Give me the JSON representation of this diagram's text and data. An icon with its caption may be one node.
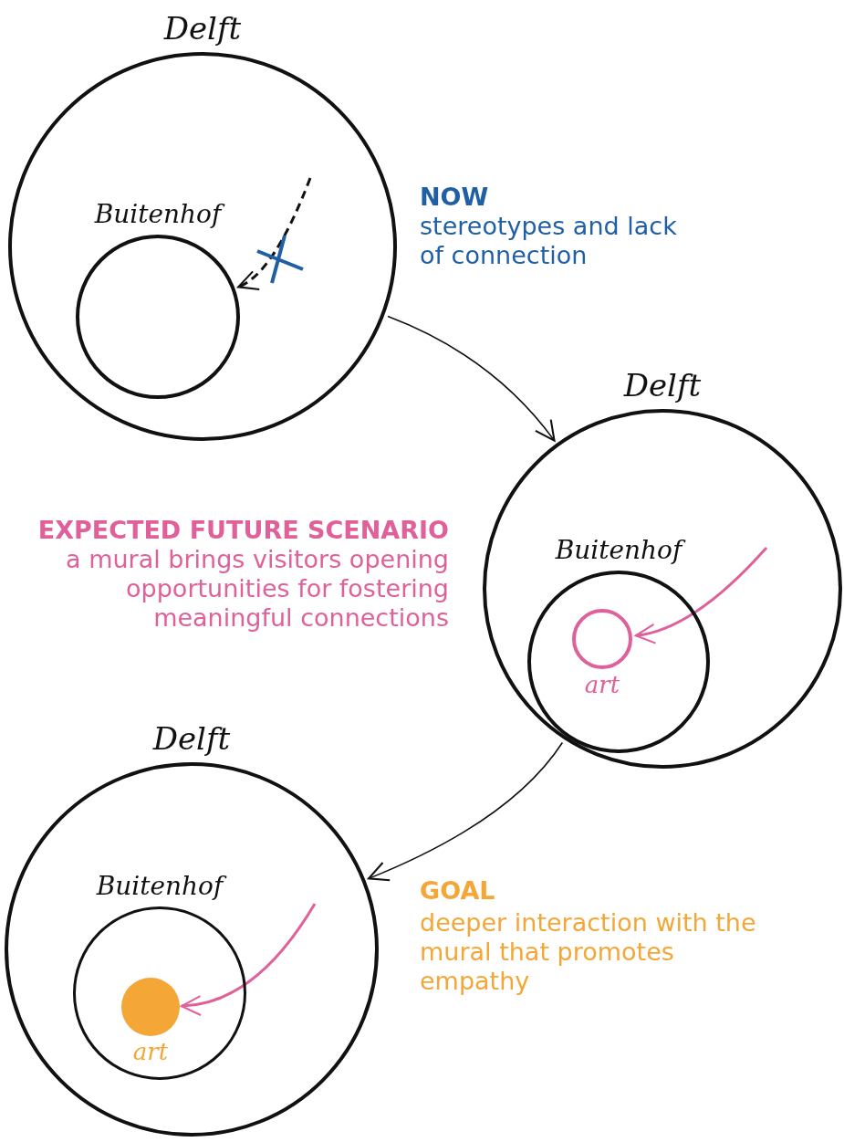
{
  "diagram": {
    "nodes": [
      {
        "text": [
          "Delft"
        ]
      },
      {
        "text": [
          "Buitenhof"
        ],
        "in": 0
      },
      {
        "text": [
          "Delft"
        ]
      },
      {
        "text": [
          "Buitenhof"
        ],
        "in": 2
      },
      {
        "text": [
          "art"
        ],
        "in": 3
      },
      {
        "text": [
          "Delft"
        ]
      },
      {
        "text": [
          "Buitenhof"
        ],
        "in": 5
      },
      {
        "text": [
          "art"
        ],
        "in": 6
      }
    ],
    "edges": [
      {
        "from": 0,
        "to": 2,
        "arrow": "to"
      },
      {
        "from": 2,
        "to": 5,
        "arrow": "to"
      },
      {
        "from": null,
        "to": 1,
        "arrow": "to",
        "style": "dashed"
      },
      {
        "from": null,
        "to": 4,
        "arrow": "to",
        "color": "#e0609a"
      },
      {
        "from": null,
        "to": 7,
        "arrow": "to",
        "color": "#e0609a"
      }
    ],
    "labels": [
      "NOW",
      "stereotypes and lack of connection",
      "EXPECTED FUTURE SCENARIO",
      "a mural brings visitors opening opportunities for fostering meaningful connections",
      "GOAL",
      "deeper interaction with the mural that promotes empathy"
    ]
  }
}
